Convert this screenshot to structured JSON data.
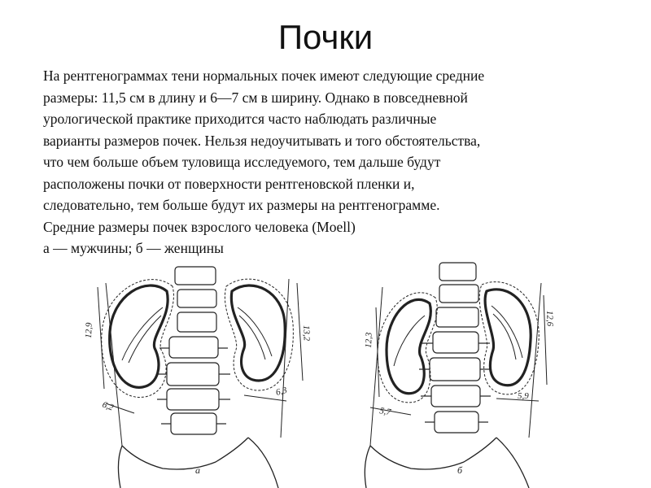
{
  "slide": {
    "title": "Почки",
    "paragraph_lines": [
      "На рентгенограммах тени нормальных почек имеют следующие средние",
      "размеры: 11,5 см в длину и 6—7 см в ширину. Однако в повседневной",
      "урологической практике приходится часто наблюдать различные",
      "варианты размеров почек. Нельзя недоучитывать и того обстоятельства,",
      "что чем больше объем туловища исследуемого, тем дальше будут",
      "расположены почки от поверхности рентгеновской пленки и,",
      "следовательно, тем больше будут их размеры на рентгенограмме."
    ],
    "caption": "Средние размеры почек взрослого человека (Moell)",
    "legend": "а — мужчины; б — женщины"
  },
  "figure": {
    "male": {
      "label": "а",
      "left_length": "12,9",
      "right_length": "13,2",
      "left_width": "6,2",
      "right_width": "6,3"
    },
    "female": {
      "label": "б",
      "left_length": "12,3",
      "right_length": "12,6",
      "left_width": "5,7",
      "right_width": "5,9"
    }
  }
}
